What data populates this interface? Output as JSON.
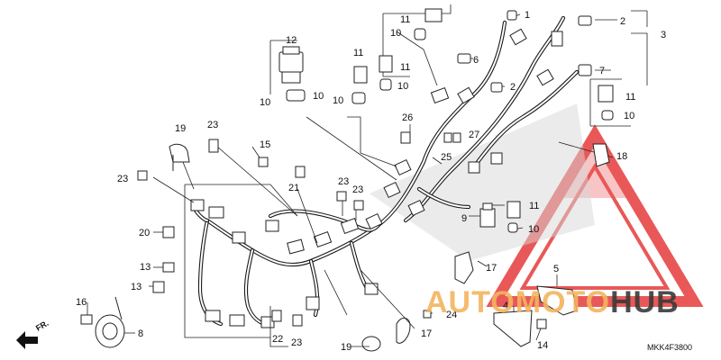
{
  "watermark": {
    "brand": "AUTOMOTOHUB",
    "colors": {
      "auto_moto": "#f3b45f",
      "hub": "#3a3a3a",
      "triangle": "#e63b3b"
    }
  },
  "diagram_code": "MKK4F3800",
  "direction_label": "FR.",
  "callouts": {
    "c1": "1",
    "c2": "2",
    "c3": "3",
    "c4": "4",
    "c5": "5",
    "c6": "6",
    "c7": "7",
    "c8": "8",
    "c9": "9",
    "c10a": "10",
    "c10b": "10",
    "c10c": "10",
    "c10d": "10",
    "c10e": "10",
    "c10f": "10",
    "c10g": "10",
    "c11a": "11",
    "c11b": "11",
    "c11c": "11",
    "c11d": "11",
    "c11e": "11",
    "c12": "12",
    "c13a": "13",
    "c13b": "13",
    "c14": "14",
    "c15": "15",
    "c16": "16",
    "c17a": "17",
    "c17b": "17",
    "c18": "18",
    "c19a": "19",
    "c19b": "19",
    "c20": "20",
    "c21": "21",
    "c22": "22",
    "c23a": "23",
    "c23b": "23",
    "c23c": "23",
    "c23d": "23",
    "c23e": "23",
    "c24": "24",
    "c25": "25",
    "c26": "26",
    "c27": "27",
    "c2b": "2"
  }
}
